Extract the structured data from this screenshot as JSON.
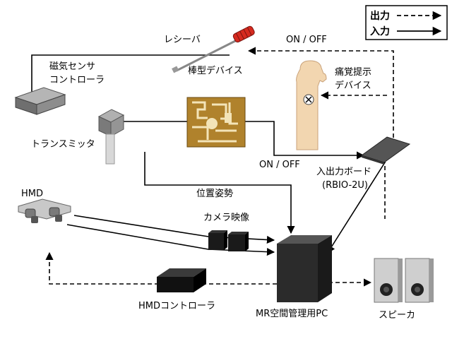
{
  "legend": {
    "output_label": "出力",
    "input_label": "入力"
  },
  "labels": {
    "receiver": "レシーバ",
    "on_off_top": "ON / OFF",
    "magnetic_sensor_controller_line1": "磁気センサ",
    "magnetic_sensor_controller_line2": "コントローラ",
    "rod_device": "棒型デバイス",
    "pain_device_line1": "痛覚提示",
    "pain_device_line2": "デバイス",
    "transmitter": "トランスミッタ",
    "on_off_mid": "ON / OFF",
    "io_board_line1": "入出力ボード",
    "io_board_line2": "(RBIO-2U)",
    "hmd": "HMD",
    "position_orientation": "位置姿勢",
    "camera_image": "カメラ映像",
    "hmd_controller": "HMDコントローラ",
    "mr_pc": "MR空間管理用PC",
    "speaker": "スピーカ"
  },
  "colors": {
    "line": "#000000",
    "device_gray": "#8a8a8a",
    "dark_block": "#1a1a1a",
    "skin": "#f2d6b0",
    "pcb": "#b0822c"
  }
}
